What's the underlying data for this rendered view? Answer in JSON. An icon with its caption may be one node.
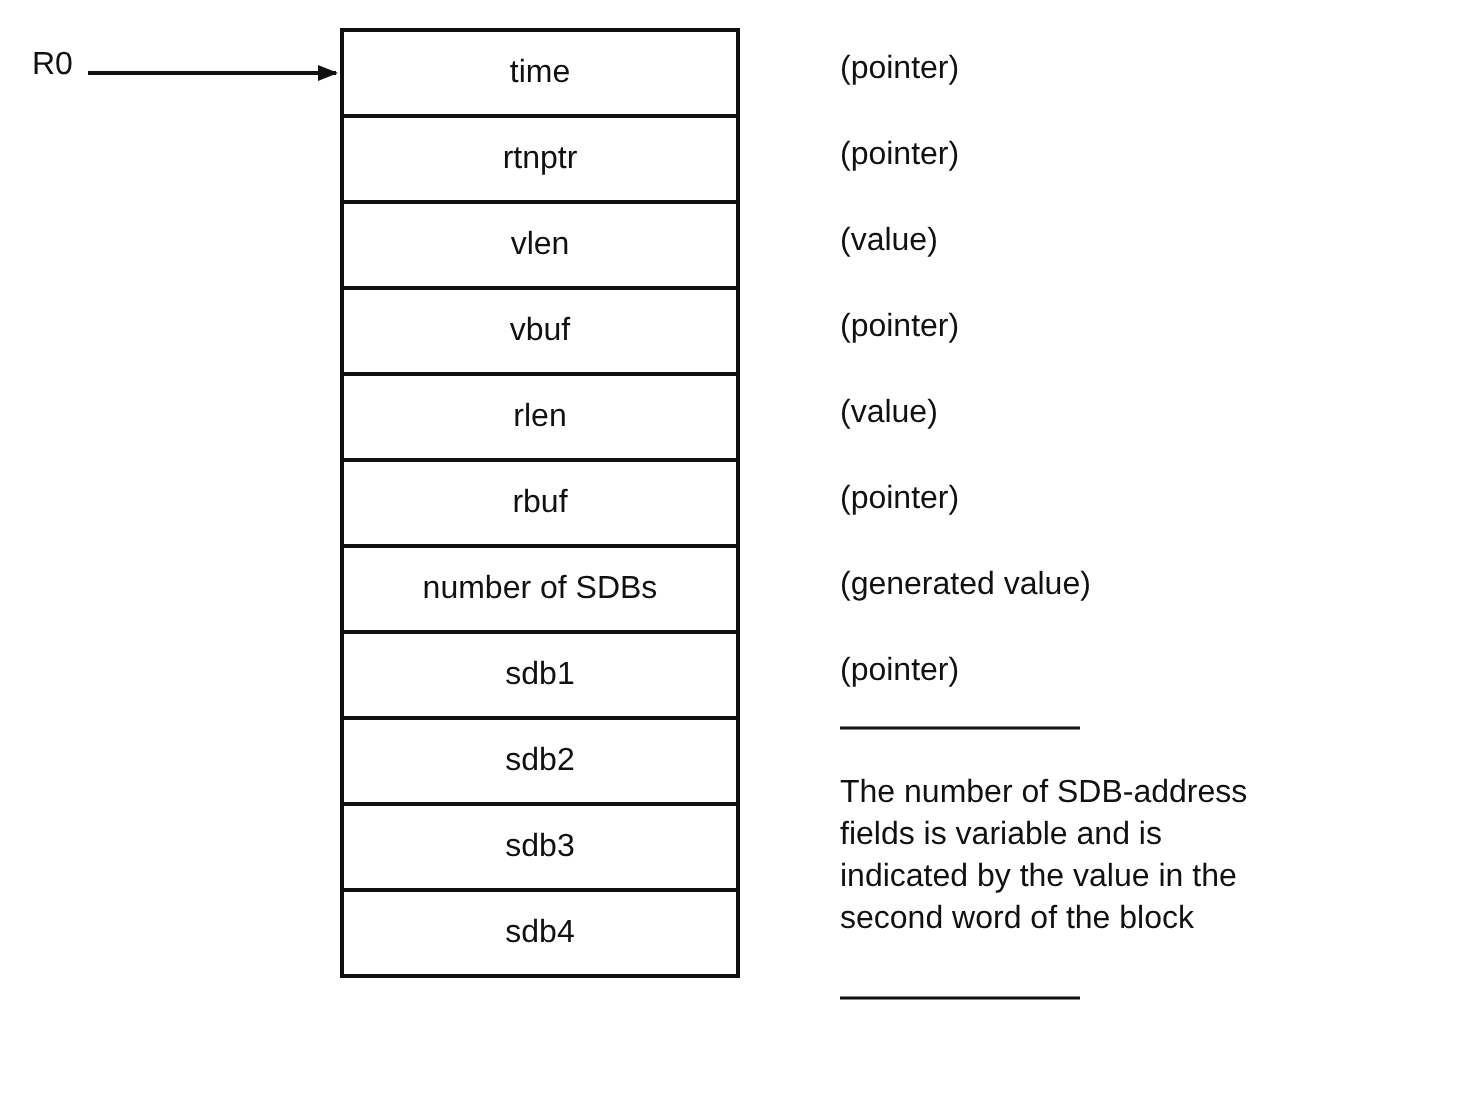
{
  "diagram": {
    "nodes": [
      {
        "text": [
          "R0"
        ]
      },
      {
        "text": [
          "time"
        ],
        "beside": [
          "(pointer)"
        ]
      },
      {
        "text": [
          "rtnptr"
        ],
        "beside": [
          "(pointer)"
        ]
      },
      {
        "text": [
          "vlen"
        ],
        "beside": [
          "(value)"
        ]
      },
      {
        "text": [
          "vbuf"
        ],
        "beside": [
          "(pointer)"
        ]
      },
      {
        "text": [
          "rlen"
        ],
        "beside": [
          "(value)"
        ]
      },
      {
        "text": [
          "rbuf"
        ],
        "beside": [
          "(pointer)"
        ]
      },
      {
        "text": [
          "number of SDBs"
        ],
        "beside": [
          "(generated value)"
        ]
      },
      {
        "text": [
          "sdb1"
        ],
        "beside": [
          "(pointer)"
        ]
      },
      {
        "text": [
          "sdb2"
        ]
      },
      {
        "text": [
          "sdb3"
        ]
      },
      {
        "text": [
          "sdb4"
        ]
      }
    ],
    "edges": [
      {
        "from": 0,
        "to": 1,
        "arrow": "to"
      }
    ],
    "labels": [
      "The number of SDB-address fields is variable and is indicated by the value in the second word of the block"
    ]
  }
}
